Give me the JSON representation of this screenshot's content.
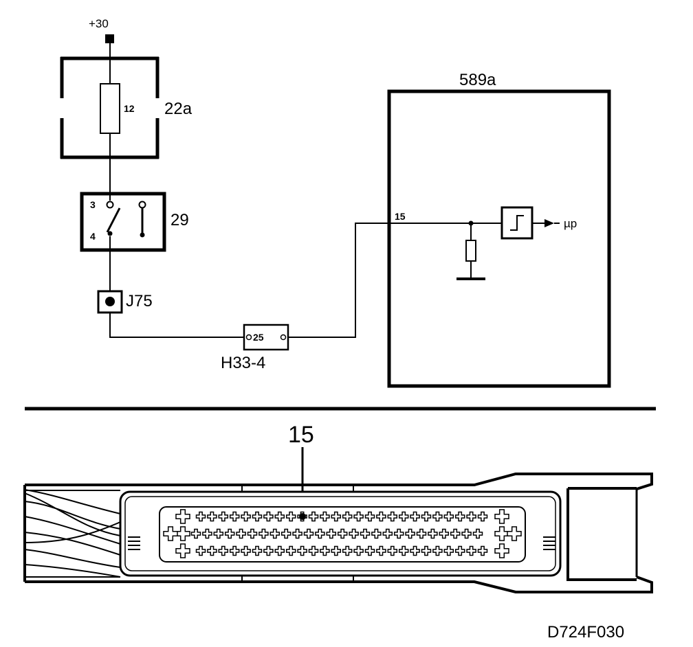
{
  "labels": {
    "supply": "+30",
    "fuse_number": "12",
    "fuse_box": "22a",
    "switch_id": "29",
    "switch_pin_top": "3",
    "switch_pin_bottom": "4",
    "junction": "J75",
    "connector_pin": "25",
    "connector": "H33-4",
    "ecu": "589a",
    "ecu_pin": "15",
    "output": "µp",
    "pin_callout": "15",
    "figure_id": "D724F030"
  }
}
